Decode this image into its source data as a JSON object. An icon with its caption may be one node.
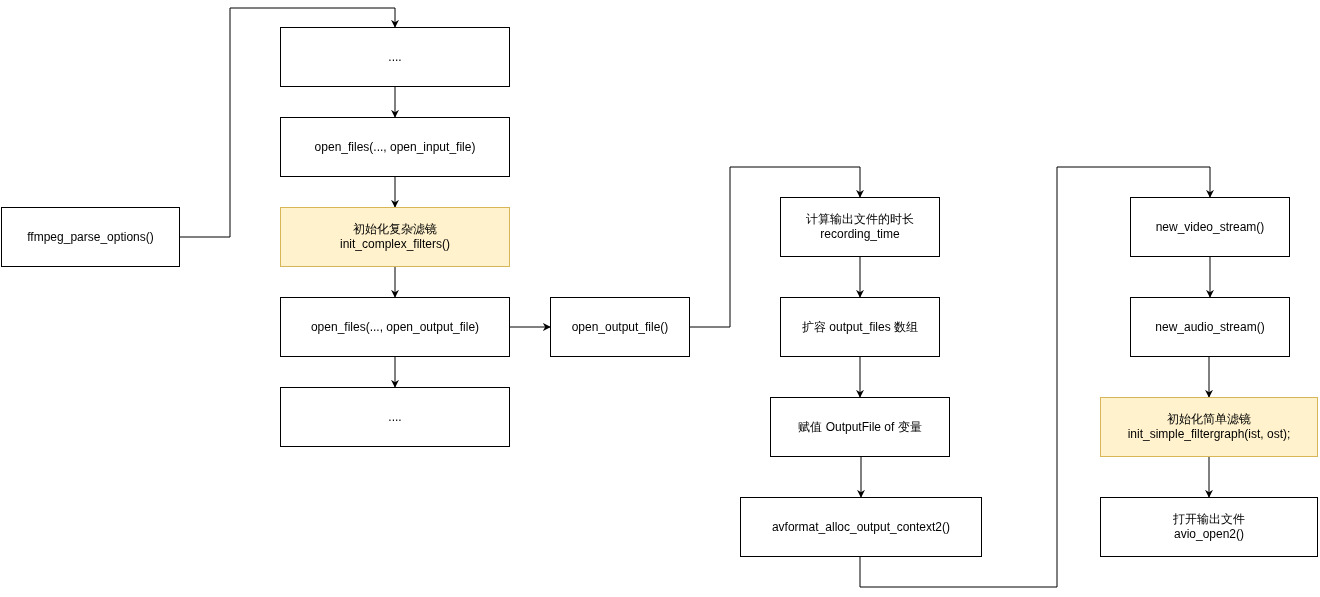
{
  "diagram": {
    "nodes": [
      {
        "text": [
          "ffmpeg_parse_options()"
        ]
      },
      {
        "text": [
          "...."
        ]
      },
      {
        "text": [
          "open_files(..., open_input_file)"
        ]
      },
      {
        "text": [
          "初始化复杂滤镜",
          "init_complex_filters()"
        ]
      },
      {
        "text": [
          "open_files(..., open_output_file)"
        ]
      },
      {
        "text": [
          "...."
        ]
      },
      {
        "text": [
          "open_output_file()"
        ]
      },
      {
        "text": [
          "计算输出文件的时长",
          "recording_time"
        ]
      },
      {
        "text": [
          "扩容 output_files 数组"
        ]
      },
      {
        "text": [
          "赋值 OutputFile of 变量"
        ]
      },
      {
        "text": [
          "avformat_alloc_output_context2()"
        ]
      },
      {
        "text": [
          "new_video_stream()"
        ]
      },
      {
        "text": [
          "new_audio_stream()"
        ]
      },
      {
        "text": [
          "初始化简单滤镜",
          "init_simple_filtergraph(ist, ost);"
        ]
      },
      {
        "text": [
          "打开输出文件",
          "avio_open2()"
        ]
      }
    ],
    "edges": [
      {
        "from": 0,
        "to": 1,
        "arrow": "to"
      },
      {
        "from": 1,
        "to": 2,
        "arrow": "to"
      },
      {
        "from": 2,
        "to": 3,
        "arrow": "to"
      },
      {
        "from": 3,
        "to": 4,
        "arrow": "to"
      },
      {
        "from": 4,
        "to": 5,
        "arrow": "to"
      },
      {
        "from": 4,
        "to": 6,
        "arrow": "to"
      },
      {
        "from": 6,
        "to": 7,
        "arrow": "to"
      },
      {
        "from": 7,
        "to": 8,
        "arrow": "to"
      },
      {
        "from": 8,
        "to": 9,
        "arrow": "to"
      },
      {
        "from": 9,
        "to": 10,
        "arrow": "to"
      },
      {
        "from": 10,
        "to": 11,
        "arrow": "to"
      },
      {
        "from": 11,
        "to": 12,
        "arrow": "to"
      },
      {
        "from": 12,
        "to": 13,
        "arrow": "to"
      },
      {
        "from": 13,
        "to": 14,
        "arrow": "to"
      }
    ]
  }
}
